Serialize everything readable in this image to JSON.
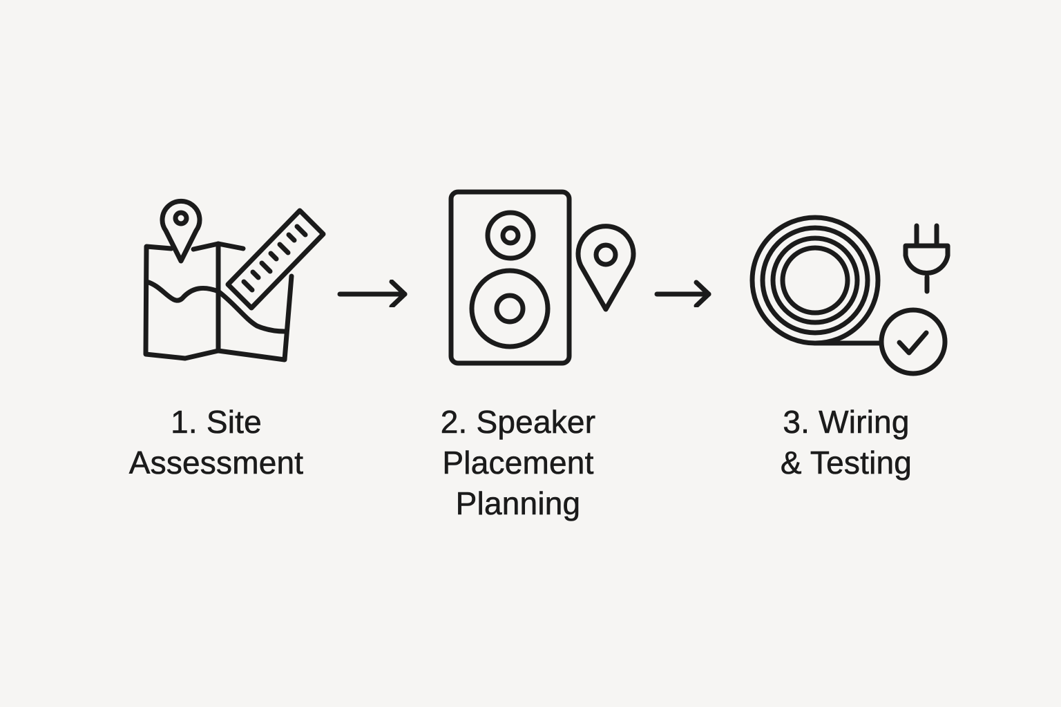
{
  "steps": [
    {
      "icon": "map-ruler-pin-icon",
      "label_lines": [
        "1. Site",
        "Assessment"
      ]
    },
    {
      "icon": "speaker-pin-icon",
      "label_lines": [
        "2. Speaker",
        "Placement",
        "Planning"
      ]
    },
    {
      "icon": "cable-plug-check-icon",
      "label_lines": [
        "3. Wiring",
        "& Testing"
      ]
    }
  ],
  "colors": {
    "background": "#f6f5f3",
    "ink": "#1b1b1b"
  }
}
